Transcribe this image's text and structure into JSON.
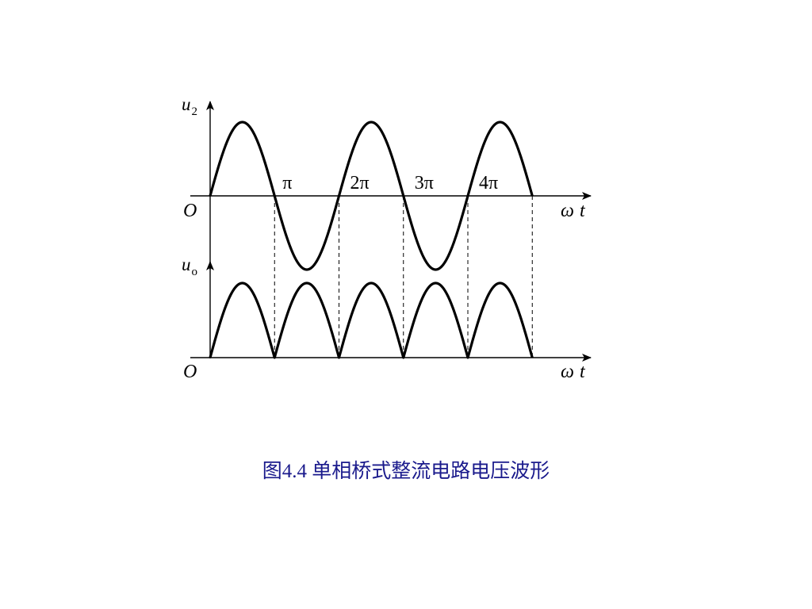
{
  "caption": "图4.4 单相桥式整流电路电压波形",
  "colors": {
    "curve": "#000000",
    "caption": "#1a1a8c"
  },
  "top_plot": {
    "y_label_main": "u",
    "y_label_sub": "2",
    "origin_label": "O",
    "x_label_omega": "ω",
    "x_label_t": "t",
    "waveform": "sine",
    "ticks": [
      {
        "label": "π",
        "value": 1
      },
      {
        "label": "2π",
        "value": 2
      },
      {
        "label": "3π",
        "value": 3
      },
      {
        "label": "4π",
        "value": 4
      }
    ],
    "x_range_pi": [
      0,
      5
    ]
  },
  "bottom_plot": {
    "y_label_main": "u",
    "y_label_sub": "o",
    "origin_label": "O",
    "x_label_omega": "ω",
    "x_label_t": "t",
    "waveform": "rectified",
    "x_range_pi": [
      0,
      5
    ]
  }
}
